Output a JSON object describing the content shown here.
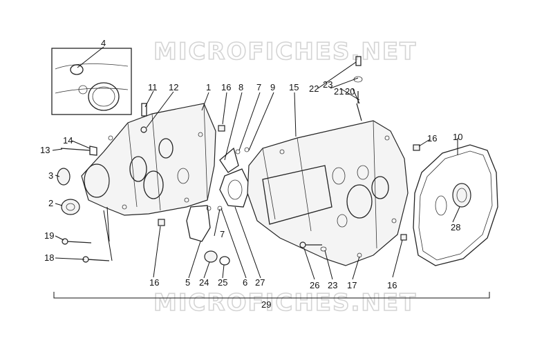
{
  "watermark": "MICROFICHES.NET",
  "callouts": [
    "4",
    "11",
    "12",
    "1",
    "16",
    "8",
    "7",
    "9",
    "15",
    "22",
    "23",
    "21",
    "20",
    "16",
    "10",
    "14",
    "13",
    "3",
    "2",
    "19",
    "18",
    "16",
    "5",
    "24",
    "25",
    "6",
    "27",
    "26",
    "23",
    "17",
    "16",
    "28",
    "29"
  ]
}
